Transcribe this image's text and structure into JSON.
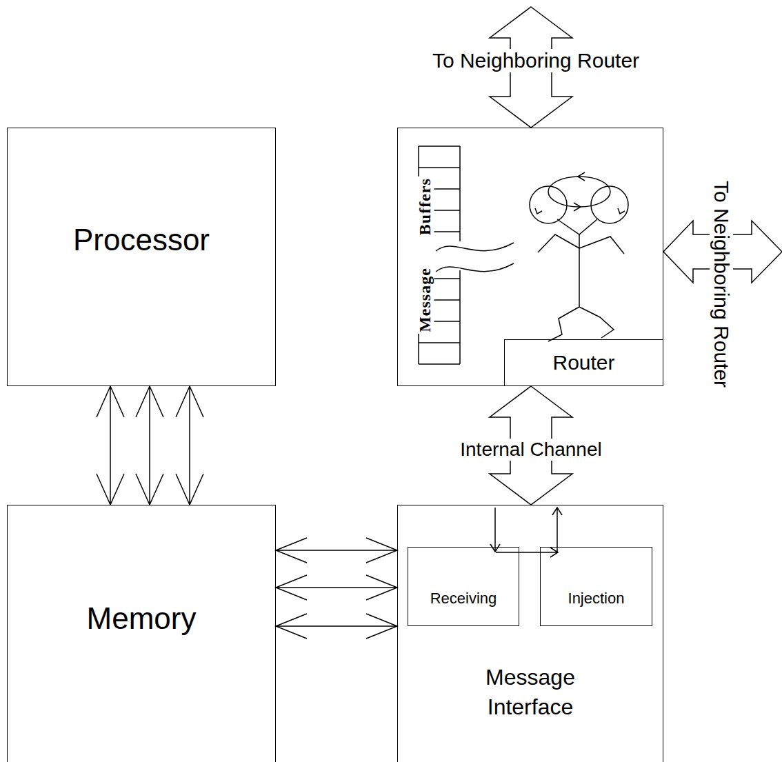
{
  "diagram": {
    "nodes": [
      {
        "text": [
          "Processor"
        ]
      },
      {
        "text": [
          "Router"
        ]
      },
      {
        "text": [
          "Memory"
        ]
      },
      {
        "text": [
          "Message Interface"
        ]
      },
      {
        "text": [
          "Receiving"
        ],
        "in": 3
      },
      {
        "text": [
          "Injection"
        ],
        "in": 3
      }
    ],
    "edges": [
      {
        "from": 0,
        "to": 2,
        "arrow": "both"
      },
      {
        "from": 0,
        "to": 2,
        "arrow": "both"
      },
      {
        "from": 0,
        "to": 2,
        "arrow": "both"
      },
      {
        "from": 2,
        "to": 3,
        "arrow": "both"
      },
      {
        "from": 2,
        "to": 3,
        "arrow": "both"
      },
      {
        "from": 2,
        "to": 3,
        "arrow": "both"
      },
      {
        "from": 1,
        "to": 3,
        "label": "Internal Channel",
        "arrow": "both"
      },
      {
        "from": 4,
        "to": 5,
        "arrow": "to"
      }
    ],
    "labels": [
      "To Neighboring Router",
      "Message Buffers",
      "To Neighboring Router"
    ]
  }
}
